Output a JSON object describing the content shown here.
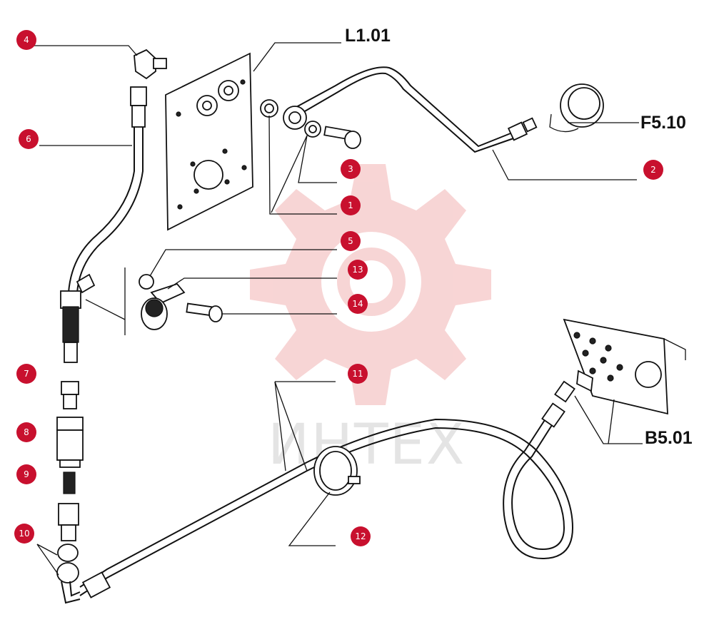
{
  "watermark": {
    "brand_text": "ИНТЕХ",
    "brand_color": "#f2b3b3"
  },
  "colors": {
    "callout_fill": "#c8102e",
    "line": "#111111"
  },
  "references": {
    "l101": "L1.01",
    "f510": "F5.10",
    "b501": "B5.01"
  },
  "callouts": [
    {
      "id": "c4",
      "number": "4"
    },
    {
      "id": "c6",
      "number": "6"
    },
    {
      "id": "c3",
      "number": "3"
    },
    {
      "id": "c2",
      "number": "2"
    },
    {
      "id": "c1",
      "number": "1"
    },
    {
      "id": "c5",
      "number": "5"
    },
    {
      "id": "c13",
      "number": "13"
    },
    {
      "id": "c14",
      "number": "14"
    },
    {
      "id": "c7",
      "number": "7"
    },
    {
      "id": "c11",
      "number": "11"
    },
    {
      "id": "c8",
      "number": "8"
    },
    {
      "id": "c9",
      "number": "9"
    },
    {
      "id": "c12",
      "number": "12"
    },
    {
      "id": "c10",
      "number": "10"
    }
  ]
}
